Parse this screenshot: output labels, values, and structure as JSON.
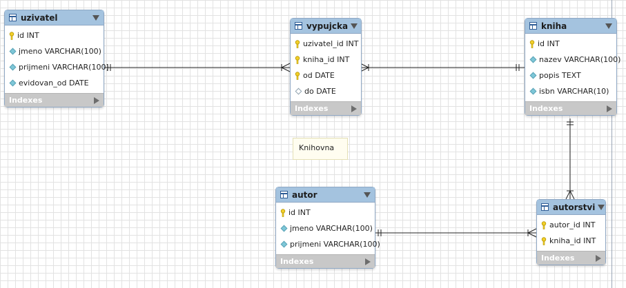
{
  "entities": [
    {
      "name": "uzivatel",
      "columns": [
        {
          "text": "id INT",
          "icon": "key"
        },
        {
          "text": "jmeno VARCHAR(100)",
          "icon": "diamond-filled"
        },
        {
          "text": "prijmeni VARCHAR(100)",
          "icon": "diamond-filled"
        },
        {
          "text": "evidovan_od DATE",
          "icon": "diamond-filled"
        }
      ],
      "indexes_label": "Indexes"
    },
    {
      "name": "vypujcka",
      "columns": [
        {
          "text": "uzivatel_id INT",
          "icon": "key"
        },
        {
          "text": "kniha_id INT",
          "icon": "key"
        },
        {
          "text": "od DATE",
          "icon": "key"
        },
        {
          "text": "do DATE",
          "icon": "diamond-open"
        }
      ],
      "indexes_label": "Indexes"
    },
    {
      "name": "kniha",
      "columns": [
        {
          "text": "id INT",
          "icon": "key"
        },
        {
          "text": "nazev VARCHAR(100)",
          "icon": "diamond-filled"
        },
        {
          "text": "popis TEXT",
          "icon": "diamond-filled"
        },
        {
          "text": "isbn VARCHAR(10)",
          "icon": "diamond-filled"
        }
      ],
      "indexes_label": "Indexes"
    },
    {
      "name": "autor",
      "columns": [
        {
          "text": "id INT",
          "icon": "key"
        },
        {
          "text": "jmeno VARCHAR(100)",
          "icon": "diamond-filled"
        },
        {
          "text": "prijmeni VARCHAR(100)",
          "icon": "diamond-filled"
        }
      ],
      "indexes_label": "Indexes"
    },
    {
      "name": "autorstvi",
      "columns": [
        {
          "text": "autor_id INT",
          "icon": "key"
        },
        {
          "text": "kniha_id INT",
          "icon": "key"
        }
      ],
      "indexes_label": "Indexes"
    }
  ],
  "note": {
    "text": "Knihovna"
  },
  "relationships": [
    {
      "from": "uzivatel",
      "to": "vypujcka",
      "from_end": "one-mandatory",
      "to_end": "many"
    },
    {
      "from": "kniha",
      "to": "vypujcka",
      "from_end": "one-mandatory",
      "to_end": "many"
    },
    {
      "from": "kniha",
      "to": "autorstvi",
      "from_end": "one-mandatory",
      "to_end": "many"
    },
    {
      "from": "autor",
      "to": "autorstvi",
      "from_end": "one-mandatory",
      "to_end": "many"
    }
  ],
  "colors": {
    "header": "#a4c3df",
    "indexes_bar": "#c8c8c8",
    "key": "#f2cf2a",
    "column_diamond": "#7ec7d8",
    "note_bg": "#fffdf0",
    "line": "#222222"
  }
}
